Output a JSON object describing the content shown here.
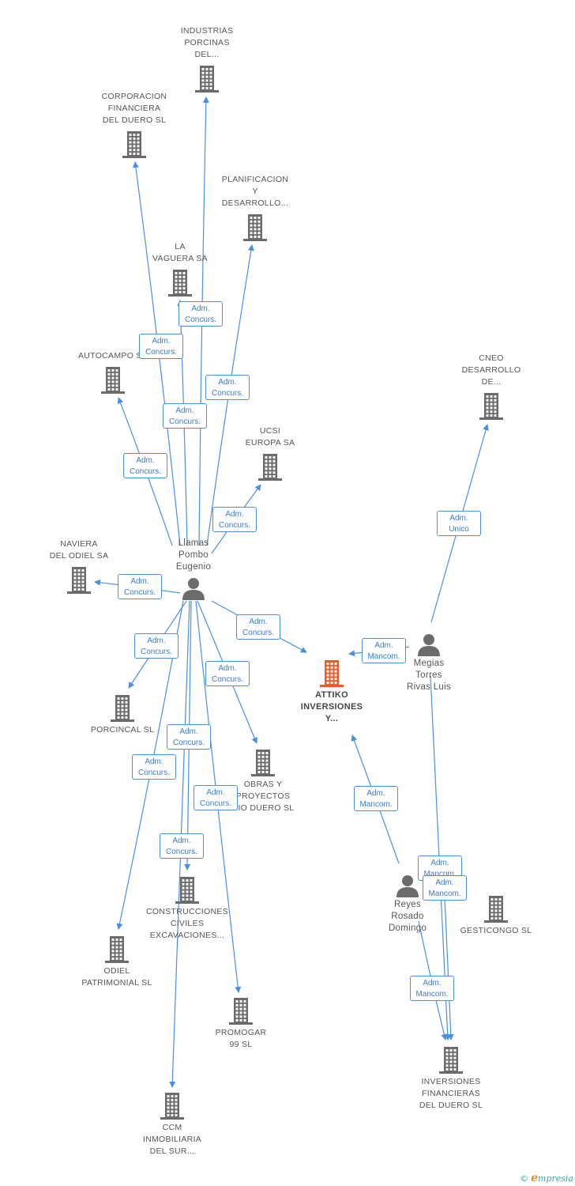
{
  "colors": {
    "edge": "#4a90e2",
    "building": "#6b6b6b",
    "main_building": "#f05a28",
    "person": "#6b6b6b",
    "tag_border": "#4a90e2",
    "tag_text": "#3a7dcc"
  },
  "nodes": [
    {
      "id": "industrias",
      "kind": "company",
      "label": [
        "INDUSTRIAS",
        "PORCINAS",
        "DEL..."
      ]
    },
    {
      "id": "corporacion",
      "kind": "company",
      "label": [
        "CORPORACION",
        "FINANCIERA",
        "DEL DUERO SL"
      ]
    },
    {
      "id": "planificacion",
      "kind": "company",
      "label": [
        "PLANIFICACION",
        "Y",
        "DESARROLLO..."
      ]
    },
    {
      "id": "vaguera",
      "kind": "company",
      "label": [
        "LA",
        "VAGUERA SA"
      ]
    },
    {
      "id": "autocampo",
      "kind": "company",
      "label": [
        "AUTOCAMPO SA"
      ]
    },
    {
      "id": "cneo",
      "kind": "company",
      "label": [
        "CNEO",
        "DESARROLLO",
        "DE..."
      ]
    },
    {
      "id": "ucsi",
      "kind": "company",
      "label": [
        "UCSI",
        "EUROPA SA"
      ]
    },
    {
      "id": "llamas",
      "kind": "person",
      "label": [
        "Llamas",
        "Pombo",
        "Eugenio"
      ]
    },
    {
      "id": "naviera",
      "kind": "company",
      "label": [
        "NAVIERA",
        "DEL ODIEL SA"
      ]
    },
    {
      "id": "attiko",
      "kind": "main",
      "label": [
        "ATTIKO",
        "INVERSIONES",
        "Y..."
      ]
    },
    {
      "id": "megias",
      "kind": "person",
      "label": [
        "Megias",
        "Torres",
        "Rivas Luis"
      ]
    },
    {
      "id": "porcincal",
      "kind": "company",
      "label": [
        "PORCINCAL SL"
      ]
    },
    {
      "id": "obras",
      "kind": "company",
      "label": [
        "OBRAS Y",
        "PROYECTOS",
        "RIO DUERO SL"
      ]
    },
    {
      "id": "construcciones",
      "kind": "company",
      "label": [
        "CONSTRUCCIONES",
        "CIVILES",
        "EXCAVACIONES..."
      ]
    },
    {
      "id": "reyes",
      "kind": "person",
      "label": [
        "Reyes",
        "Rosado",
        "Domingo"
      ]
    },
    {
      "id": "gesticongo",
      "kind": "company",
      "label": [
        "GESTICONGO SL"
      ]
    },
    {
      "id": "odiel",
      "kind": "company",
      "label": [
        "ODIEL",
        "PATRIMONIAL SL"
      ]
    },
    {
      "id": "promogar",
      "kind": "company",
      "label": [
        "PROMOGAR",
        "99 SL"
      ]
    },
    {
      "id": "inversiones",
      "kind": "company",
      "label": [
        "INVERSIONES",
        "FINANCIERAS",
        "DEL DUERO SL"
      ]
    },
    {
      "id": "ccm",
      "kind": "company",
      "label": [
        "CCM",
        "INMOBILIARIA",
        "DEL SUR..."
      ]
    }
  ],
  "edges": [
    {
      "from": "llamas",
      "to": "industrias",
      "tag": [
        "Adm.",
        "Concurs."
      ]
    },
    {
      "from": "llamas",
      "to": "corporacion",
      "tag": [
        "Adm.",
        "Concurs."
      ]
    },
    {
      "from": "llamas",
      "to": "planificacion",
      "tag": [
        "Adm.",
        "Concurs."
      ]
    },
    {
      "from": "llamas",
      "to": "vaguera",
      "tag": [
        "Adm.",
        "Concurs."
      ]
    },
    {
      "from": "llamas",
      "to": "autocampo",
      "tag": [
        "Adm.",
        "Concurs."
      ]
    },
    {
      "from": "llamas",
      "to": "ucsi",
      "tag": [
        "Adm.",
        "Concurs."
      ]
    },
    {
      "from": "llamas",
      "to": "naviera",
      "tag": [
        "Adm.",
        "Concurs."
      ]
    },
    {
      "from": "llamas",
      "to": "attiko",
      "tag": [
        "Adm.",
        "Concurs."
      ]
    },
    {
      "from": "llamas",
      "to": "porcincal",
      "tag": [
        "Adm.",
        "Concurs."
      ]
    },
    {
      "from": "llamas",
      "to": "obras",
      "tag": [
        "Adm.",
        "Concurs."
      ]
    },
    {
      "from": "llamas",
      "to": "construcciones",
      "tag": [
        "Adm.",
        "Concurs."
      ]
    },
    {
      "from": "llamas",
      "to": "odiel",
      "tag": [
        "Adm.",
        "Concurs."
      ]
    },
    {
      "from": "llamas",
      "to": "promogar",
      "tag": [
        "Adm.",
        "Concurs."
      ]
    },
    {
      "from": "llamas",
      "to": "ccm",
      "tag": [
        "Adm.",
        "Concurs."
      ]
    },
    {
      "from": "megias",
      "to": "cneo",
      "tag": [
        "Adm.",
        "Unico"
      ]
    },
    {
      "from": "megias",
      "to": "attiko",
      "tag": [
        "Adm.",
        "Mancom."
      ]
    },
    {
      "from": "megias",
      "to": "inversiones",
      "tag": [
        "Adm.",
        "Mancom."
      ]
    },
    {
      "from": "reyes",
      "to": "attiko",
      "tag": [
        "Adm.",
        "Mancom."
      ]
    },
    {
      "from": "reyes",
      "to": "inversiones",
      "tag": [
        "Adm.",
        "Mancom."
      ]
    },
    {
      "from": "reyes",
      "to": "inversiones",
      "tag": [
        "Adm.",
        "Mancom."
      ]
    }
  ],
  "brand": {
    "copyright": "©",
    "initial": "e",
    "rest": "mpresia"
  }
}
